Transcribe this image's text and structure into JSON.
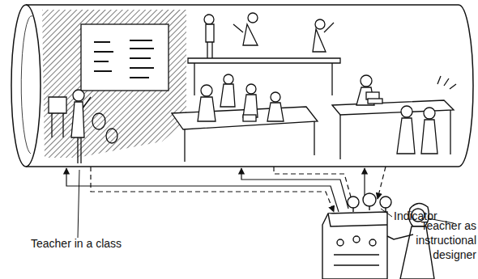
{
  "diagram": {
    "labels": [
      "Teacher in a class",
      "Indicator",
      "Teacher as instructional designer"
    ]
  }
}
